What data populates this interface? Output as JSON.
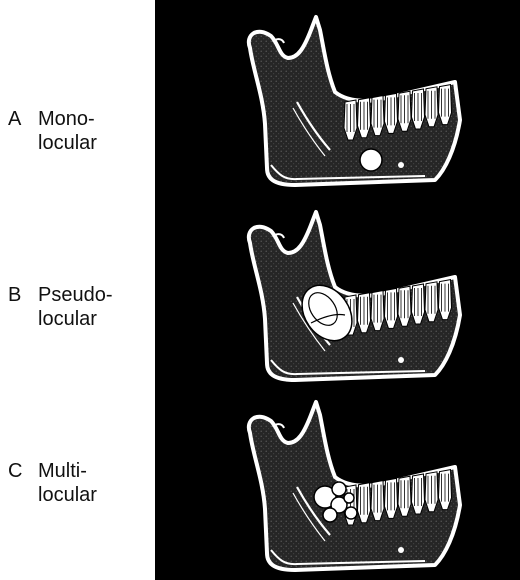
{
  "labels": [
    {
      "letter": "A",
      "line1": "Mono-",
      "line2": "locular"
    },
    {
      "letter": "B",
      "line1": "Pseudo-",
      "line2": "locular"
    },
    {
      "letter": "C",
      "line1": "Multi-",
      "line2": "locular"
    }
  ],
  "colors": {
    "background": "#000000",
    "outline": "#ffffff",
    "bone_fill": "#2a2a2a",
    "text": "#111111"
  }
}
